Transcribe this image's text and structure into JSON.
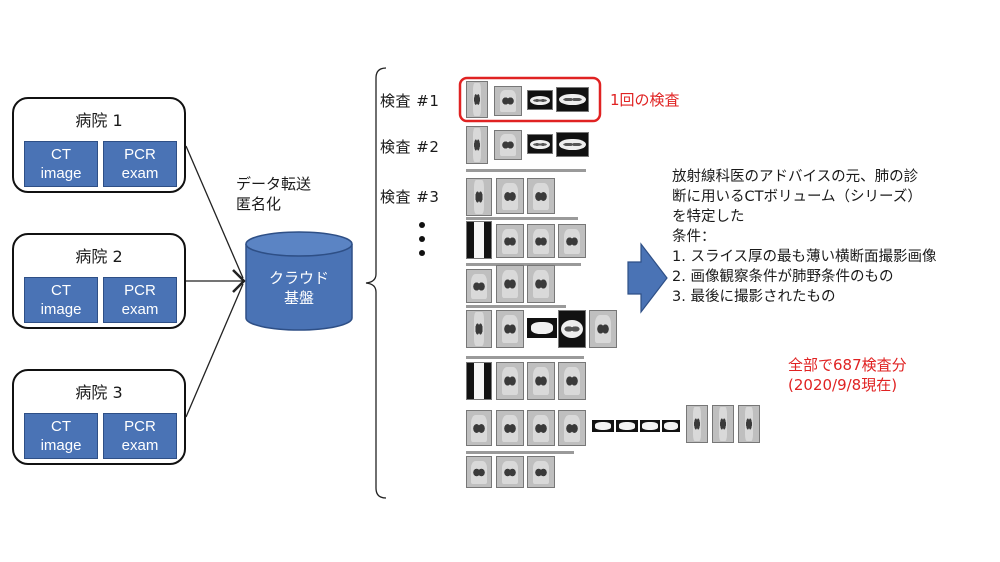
{
  "hospitals": [
    {
      "name": "病院 1",
      "ct_label": [
        "CT",
        "image"
      ],
      "pcr_label": [
        "PCR",
        "exam"
      ]
    },
    {
      "name": "病院 2",
      "ct_label": [
        "CT",
        "image"
      ],
      "pcr_label": [
        "PCR",
        "exam"
      ]
    },
    {
      "name": "病院 3",
      "ct_label": [
        "CT",
        "image"
      ],
      "pcr_label": [
        "PCR",
        "exam"
      ]
    }
  ],
  "transfer_label": [
    "データ転送",
    "匿名化"
  ],
  "cloud_label": [
    "クラウド",
    "基盤"
  ],
  "exams": [
    "検査 #1",
    "検査 #2",
    "検査 #3"
  ],
  "single_exam_label": "1回の検査",
  "notes": {
    "lines": [
      "放射線科医のアドバイスの元、肺の診",
      "断に用いるCTボリューム（シリーズ）",
      "を特定した",
      "条件："
    ],
    "conditions": [
      "1.  スライス厚の最も薄い横断面撮影画像",
      "2.  画像観察条件が肺野条件のもの",
      "3.  最後に撮影されたもの"
    ]
  },
  "total_label": [
    "全部で687検査分",
    "(2020/9/8現在)"
  ],
  "colors": {
    "tile_blue": "#4a73b5",
    "accent_red": "#e02222",
    "arrow_blue": "#4a73b5"
  }
}
